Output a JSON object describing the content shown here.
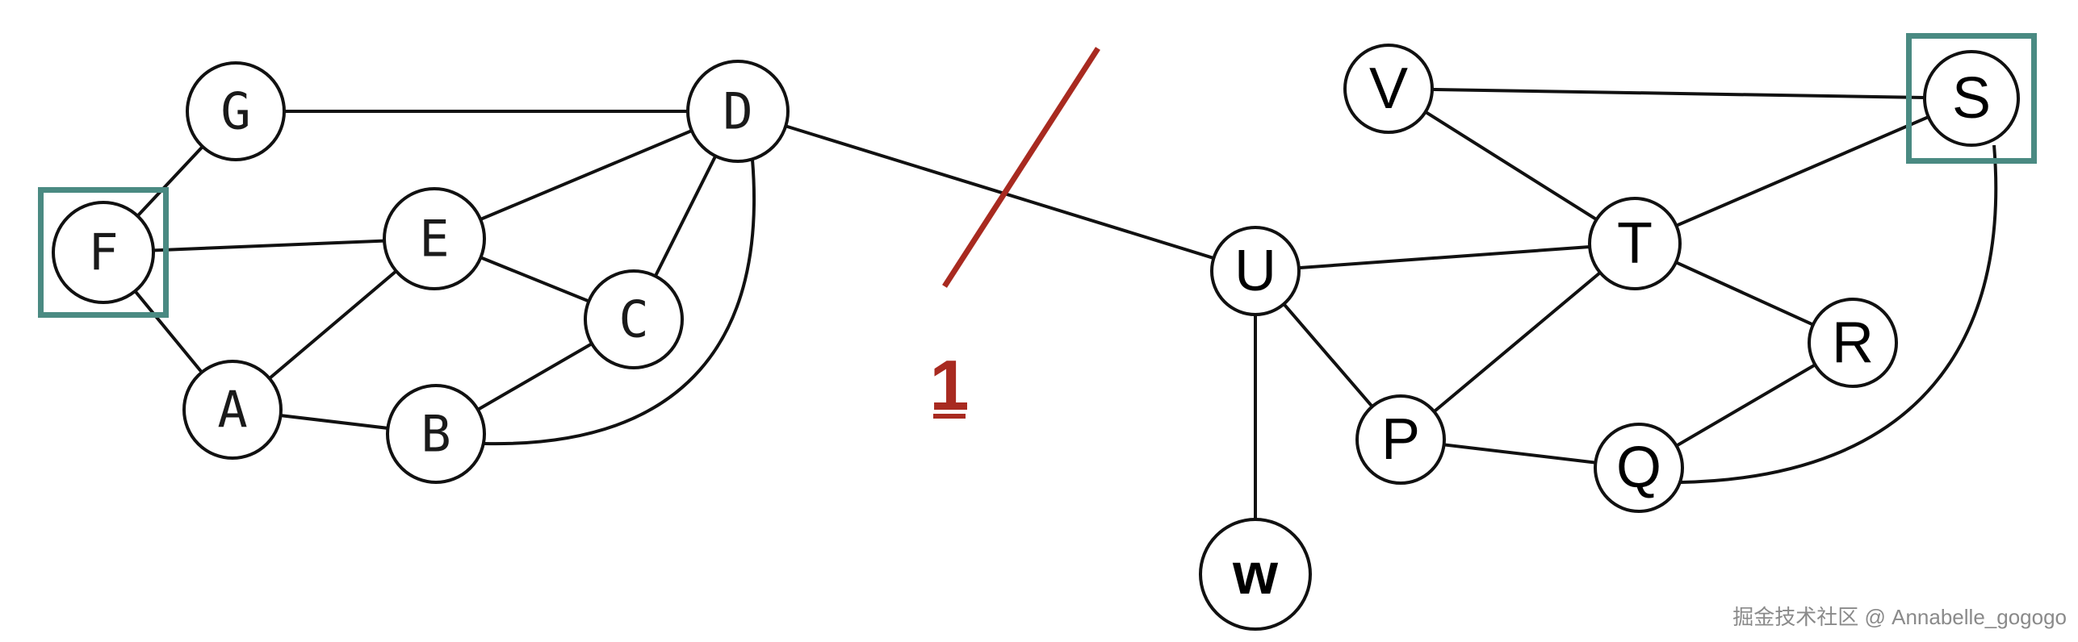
{
  "colors": {
    "terminal_box": "#4a8a82",
    "cut": "#a82a20"
  },
  "nodes": [
    {
      "id": "G",
      "label": "G",
      "group": "left"
    },
    {
      "id": "D",
      "label": "D",
      "group": "left"
    },
    {
      "id": "F",
      "label": "F",
      "group": "left",
      "terminal": true
    },
    {
      "id": "E",
      "label": "E",
      "group": "left"
    },
    {
      "id": "C",
      "label": "C",
      "group": "left"
    },
    {
      "id": "A",
      "label": "A",
      "group": "left"
    },
    {
      "id": "B",
      "label": "B",
      "group": "left"
    },
    {
      "id": "V",
      "label": "V",
      "group": "right"
    },
    {
      "id": "S",
      "label": "S",
      "group": "right",
      "terminal": true
    },
    {
      "id": "T",
      "label": "T",
      "group": "right"
    },
    {
      "id": "U",
      "label": "U",
      "group": "right"
    },
    {
      "id": "R",
      "label": "R",
      "group": "right"
    },
    {
      "id": "P",
      "label": "P",
      "group": "right"
    },
    {
      "id": "Q",
      "label": "Q",
      "group": "right"
    },
    {
      "id": "W",
      "label": "w",
      "group": "right"
    }
  ],
  "edges": [
    [
      "G",
      "D"
    ],
    [
      "G",
      "F"
    ],
    [
      "F",
      "E"
    ],
    [
      "F",
      "A"
    ],
    [
      "E",
      "D"
    ],
    [
      "E",
      "A"
    ],
    [
      "E",
      "C"
    ],
    [
      "D",
      "C"
    ],
    [
      "D",
      "B"
    ],
    [
      "A",
      "B"
    ],
    [
      "B",
      "C"
    ],
    [
      "D",
      "U"
    ],
    [
      "V",
      "S"
    ],
    [
      "V",
      "T"
    ],
    [
      "S",
      "T"
    ],
    [
      "S",
      "Q"
    ],
    [
      "U",
      "T"
    ],
    [
      "U",
      "P"
    ],
    [
      "U",
      "W"
    ],
    [
      "T",
      "P"
    ],
    [
      "T",
      "R"
    ],
    [
      "P",
      "Q"
    ],
    [
      "Q",
      "R"
    ]
  ],
  "cut": {
    "label": "1",
    "cuts_edge": [
      "D",
      "U"
    ]
  },
  "watermark": "掘金技术社区 @ Annabelle_gogogo"
}
